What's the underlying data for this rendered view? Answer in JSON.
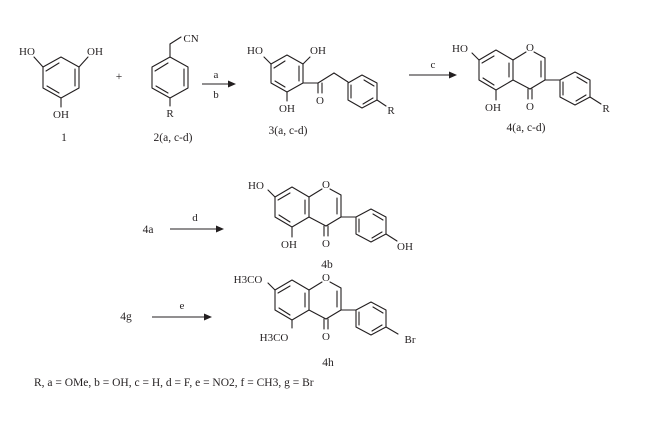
{
  "compounds": {
    "c1": {
      "label": "1",
      "atoms": [
        "HO",
        "OH",
        "OH"
      ]
    },
    "c2": {
      "label": "2(a, c-d)",
      "atoms": [
        "CN",
        "R"
      ]
    },
    "c3": {
      "label": "3(a, c-d)",
      "atoms": [
        "HO",
        "OH",
        "OH",
        "O",
        "R"
      ]
    },
    "c4": {
      "label": "4(a, c-d)",
      "atoms": [
        "HO",
        "O",
        "OH",
        "O",
        "R"
      ]
    },
    "c4b": {
      "label": "4b",
      "atoms": [
        "HO",
        "O",
        "OH",
        "O",
        "OH"
      ]
    },
    "c4h": {
      "label": "4h",
      "atoms": [
        "H3CO",
        "O",
        "H3CO",
        "O",
        "Br"
      ]
    }
  },
  "operators": {
    "plus": "+"
  },
  "reactants": {
    "r4a": "4a",
    "r4g": "4g"
  },
  "arrows": {
    "a": "a",
    "b": "b",
    "c": "c",
    "d": "d",
    "e": "e"
  },
  "legend": "R, a = OMe, b = OH, c = H, d = F, e = NO2, f = CH3, g = Br"
}
